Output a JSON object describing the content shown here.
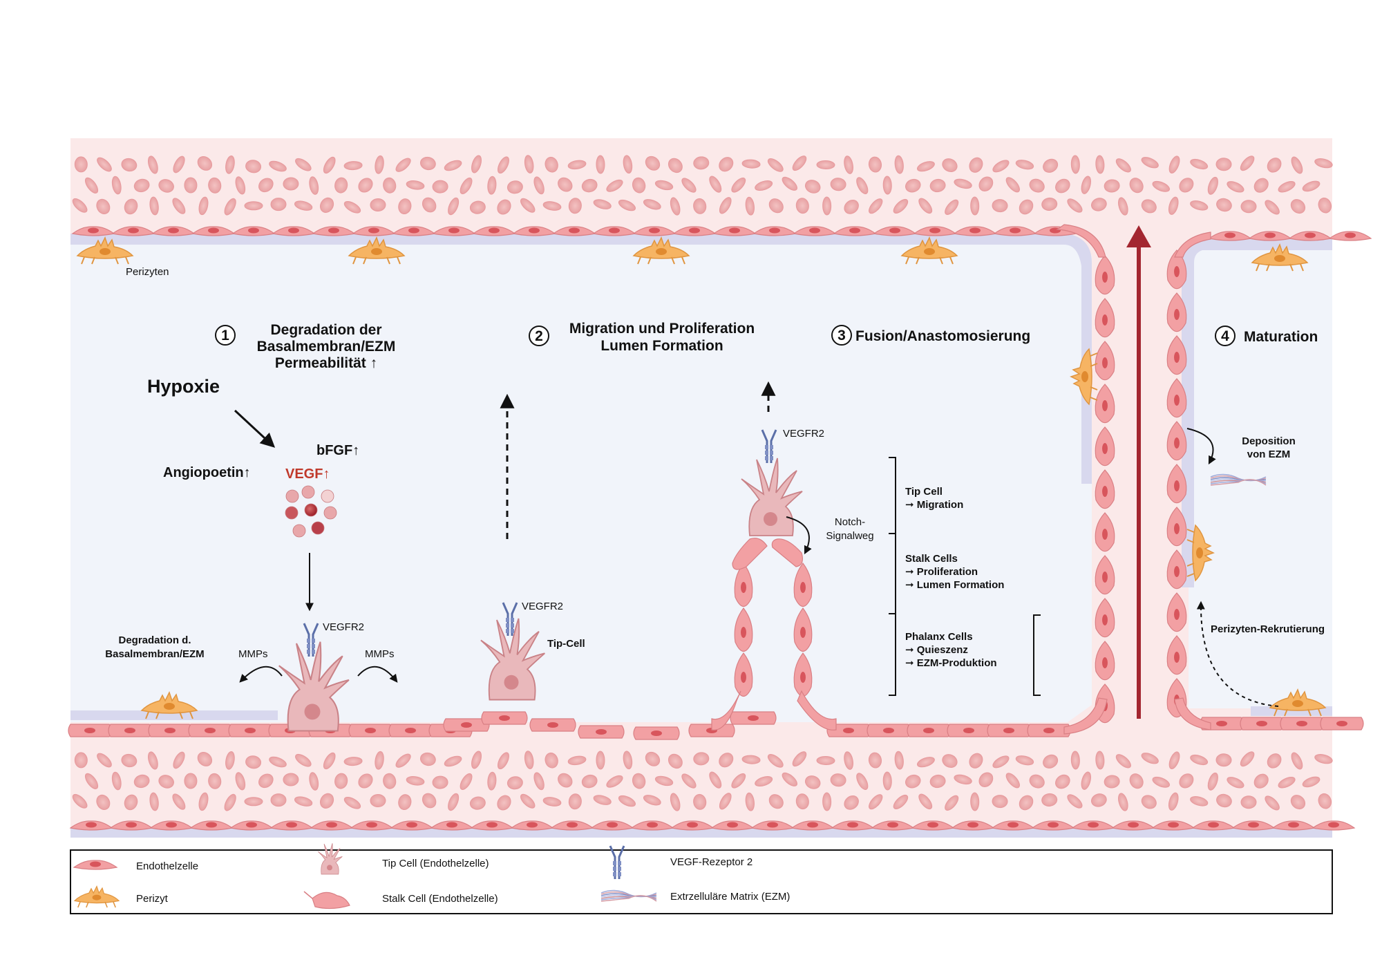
{
  "header_labels": {
    "perizyten": "Perizyten"
  },
  "steps": {
    "s1": {
      "num": "1",
      "lines": [
        "Degradation der",
        "Basalmembran/EZM",
        "Permeabilität ↑"
      ]
    },
    "s2": {
      "num": "2",
      "lines": [
        "Migration und Proliferation",
        "Lumen Formation"
      ]
    },
    "s3": {
      "num": "3",
      "lines": [
        "Fusion/Anastomosierung"
      ]
    },
    "s4": {
      "num": "4",
      "lines": [
        "Maturation"
      ]
    }
  },
  "factors": {
    "hypoxie": "Hypoxie",
    "bfgf": "bFGF↑",
    "angiopoetin": "Angiopoetin↑",
    "vegf": "VEGF↑"
  },
  "labels": {
    "vegfr2_a": "VEGFR2",
    "vegfr2_b": "VEGFR2",
    "vegfr2_c": "VEGFR2",
    "mmps_left": "MMPs",
    "mmps_right": "MMPs",
    "degradation": [
      "Degradation d.",
      "Basalmembran/EZM"
    ],
    "tip_cell": "Tip-Cell",
    "notch": [
      "Notch-",
      "Signalweg"
    ],
    "deposition": [
      "Deposition",
      "von EZM"
    ],
    "rekrutierung": "Perizyten-Rekrutierung"
  },
  "cell_types": {
    "tip": {
      "title": "Tip Cell",
      "lines": [
        "➞ Migration"
      ]
    },
    "stalk": {
      "title": "Stalk Cells",
      "lines": [
        "➞ Proliferation",
        "➞ Lumen Formation"
      ]
    },
    "phalanx": {
      "title": "Phalanx Cells",
      "lines": [
        "➞ Quieszenz",
        "➞ EZM-Produktion"
      ]
    }
  },
  "legend": {
    "endothelzelle": "Endothelzelle",
    "perizyt": "Perizyt",
    "tipcell": "Tip Cell (Endothelzelle)",
    "stalkcell": "Stalk Cell (Endothelzelle)",
    "vegfr": "VEGF-Rezeptor 2",
    "ezm": "Extrzelluläre Matrix (EZM)"
  },
  "colors": {
    "vessel_bg": "#fbe9e9",
    "lumen_bg": "#f1f4fa",
    "endothel": "#f2a0a3",
    "endothel_nucleus": "#d8555c",
    "basal_membrane": "#d8d8ee",
    "perizyt": "#f6b463",
    "vegf_red": "#c0392b",
    "receptor": "#5b6fa8",
    "blood_arrow": "#a32630",
    "tip_cell": "#e9b8bb"
  }
}
